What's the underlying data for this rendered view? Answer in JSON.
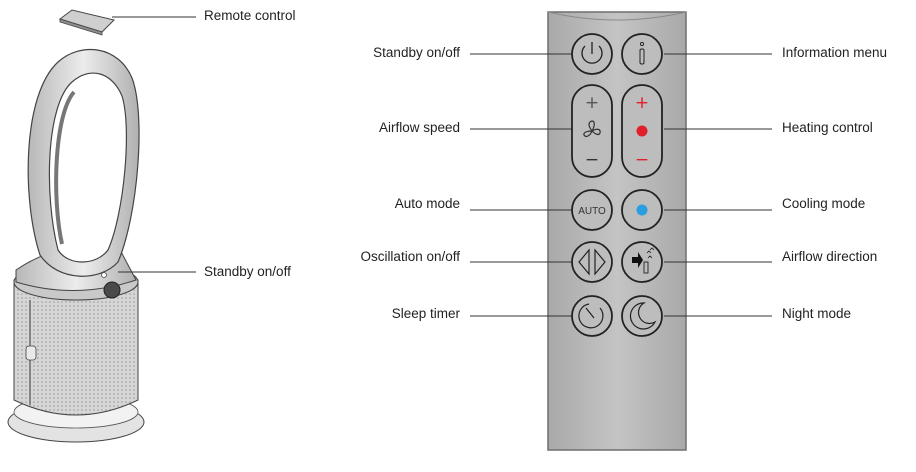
{
  "colors": {
    "line": "#333333",
    "remote_body": "#b7b7b7",
    "remote_edge": "#6f6f6f",
    "heat_red": "#e0202a",
    "cool_blue": "#2a9ee0",
    "device_metal": "#d8d8d8",
    "device_dark": "#4a4a4a"
  },
  "device_labels": {
    "remote_control": "Remote control",
    "standby": "Standby on/off"
  },
  "remote_labels_left": [
    "Standby on/off",
    "Airflow speed",
    "Auto mode",
    "Oscillation on/off",
    "Sleep timer"
  ],
  "remote_labels_right": [
    "Information menu",
    "Heating control",
    "Cooling mode",
    "Airflow direction",
    "Night mode"
  ],
  "buttons": {
    "auto_text": "AUTO",
    "info_text": "i",
    "plus": "+",
    "minus": "−"
  },
  "icons": [
    "power-icon",
    "info-icon",
    "fan-icon",
    "heat-dot-icon",
    "cool-dot-icon",
    "oscillation-icon",
    "airflow-direction-icon",
    "sleep-timer-icon",
    "moon-icon"
  ]
}
